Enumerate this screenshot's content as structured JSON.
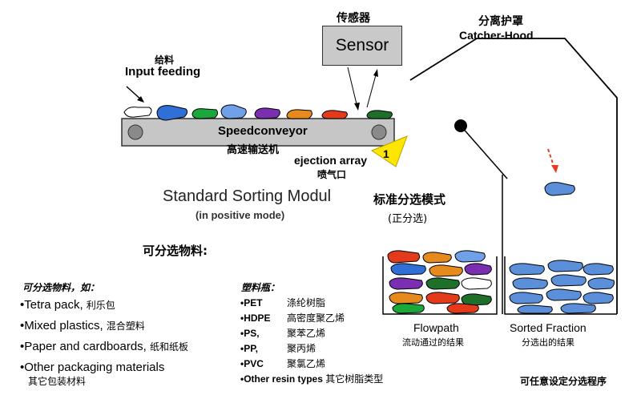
{
  "sensor": {
    "label_cn": "传感器",
    "box_label": "Sensor"
  },
  "hood": {
    "label_cn": "分离护罩",
    "label_en": "Catcher-Hood"
  },
  "input": {
    "label_cn": "给料",
    "label_en": "Input feeding"
  },
  "conveyor": {
    "label_en": "Speedconveyor",
    "label_cn": "高速输送机"
  },
  "ejection": {
    "label_en": "ejection array",
    "label_cn": "喷气口",
    "marker": "1"
  },
  "module": {
    "title": "Standard Sorting Modul",
    "subtitle": "(in positive mode)",
    "title_cn": "标准分选模式",
    "subtitle_cn": "(正分选)"
  },
  "materials": {
    "heading": "可分选物料:",
    "sub_heading": "可分选物料，如：",
    "items": [
      {
        "en": "•Tetra pack,",
        "cn": "利乐包"
      },
      {
        "en": "•Mixed plastics,",
        "cn": "混合塑料"
      },
      {
        "en": "•Paper and cardboards,",
        "cn": "纸和纸板"
      },
      {
        "en": "•Other packaging materials",
        "cn": ""
      }
    ],
    "other_cn": "其它包装材料"
  },
  "plastics": {
    "heading": "塑料瓶：",
    "items": [
      {
        "en": "•PET",
        "cn": "涤纶树脂"
      },
      {
        "en": "•HDPE",
        "cn": "高密度聚乙烯"
      },
      {
        "en": "•PS,",
        "cn": "聚苯乙烯"
      },
      {
        "en": "•PP,",
        "cn": "聚丙烯"
      },
      {
        "en": "•PVC",
        "cn": "聚氯乙烯"
      },
      {
        "en": "•Other resin types",
        "cn": "其它树脂类型"
      }
    ]
  },
  "flowpath": {
    "label_en": "Flowpath",
    "label_cn": "流动通过的结果"
  },
  "sorted": {
    "label_en": "Sorted Fraction",
    "label_cn": "分选出的结果"
  },
  "footer": {
    "note_cn": "可任意设定分选程序"
  },
  "colors": {
    "belt": "#c6c6c6",
    "bottle_blue": "#5b8fd9",
    "arrow_red": "#e53b1f",
    "ejection_yellow": "#ffe600"
  }
}
